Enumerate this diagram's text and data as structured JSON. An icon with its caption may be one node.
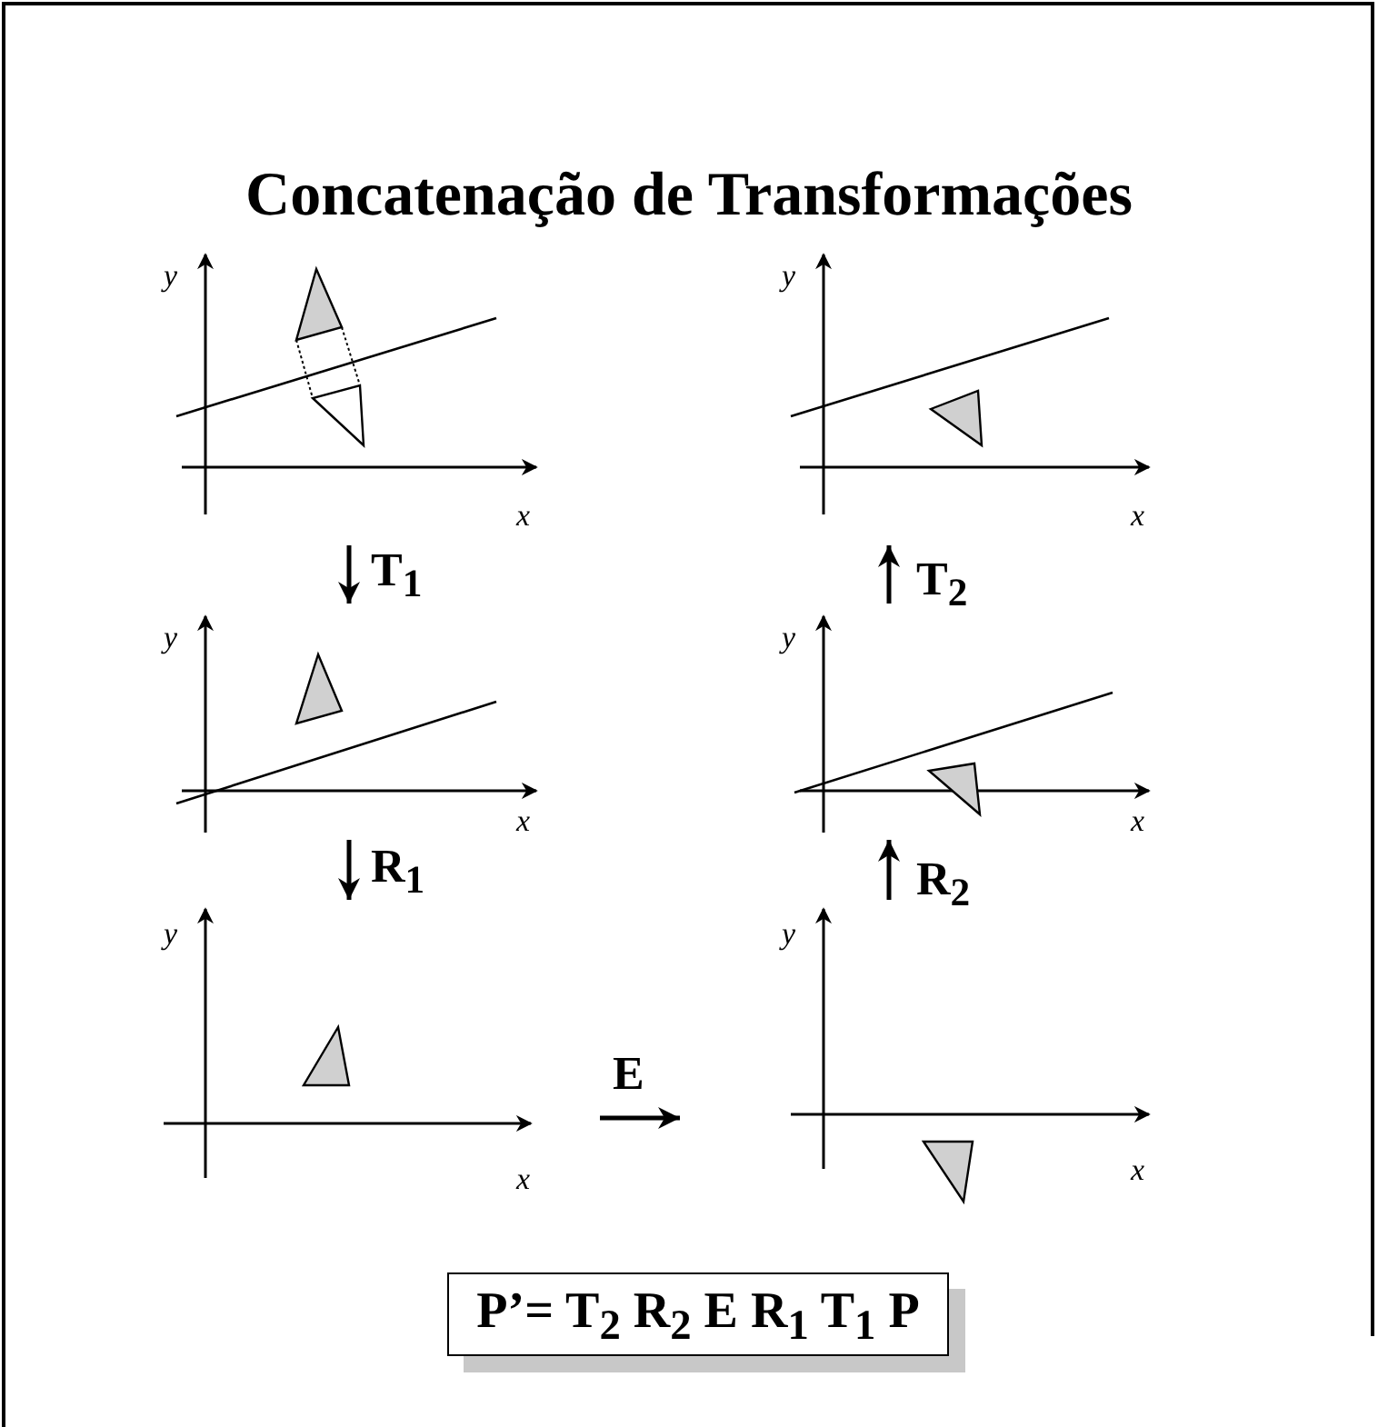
{
  "diagram": {
    "title": "Concatenação de Transformações",
    "nodes": [
      {
        "text": [
          "y",
          "x"
        ]
      },
      {
        "text": [
          "y",
          "x"
        ]
      },
      {
        "text": [
          "y",
          "x"
        ]
      },
      {
        "text": [
          "y",
          "x"
        ]
      },
      {
        "text": [
          "y",
          "x"
        ]
      },
      {
        "text": [
          "y",
          "x"
        ]
      },
      {
        "text": [
          "P’= T$_{2}$ R$_{2}$ E R$_{1}$ T$_{1}$ P"
        ]
      }
    ],
    "edges": [
      {
        "from": 0,
        "to": 2,
        "arrow": "to",
        "label": "T$_{1}$"
      },
      {
        "from": 2,
        "to": 4,
        "arrow": "to",
        "label": "R$_{1}$"
      },
      {
        "from": 4,
        "to": 5,
        "arrow": "to",
        "label": "E"
      },
      {
        "from": 5,
        "to": 3,
        "arrow": "to",
        "label": "R$_{2}$"
      },
      {
        "from": 3,
        "to": 1,
        "arrow": "to",
        "label": "T$_{2}$"
      }
    ]
  }
}
